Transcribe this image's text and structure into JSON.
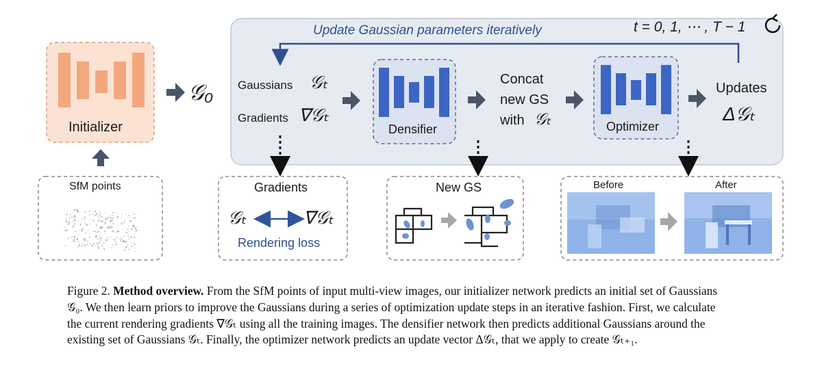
{
  "loop": {
    "label": "Update Gaussian parameters iteratively",
    "iteration": "t = 0, 1, ⋯ , T − 1",
    "refresh_icon": "refresh-icon"
  },
  "initializer": {
    "label": "Initializer",
    "output": "𝒢₀"
  },
  "inputs": {
    "gaussians_label": "Gaussians",
    "gaussians_sym": "𝒢ₜ",
    "gradients_label": "Gradients",
    "gradients_sym": "∇𝒢ₜ"
  },
  "densifier": {
    "label": "Densifier"
  },
  "concat": {
    "line1": "Concat",
    "line2": "new GS",
    "line3": "with",
    "sym": "𝒢ₜ"
  },
  "optimizer": {
    "label": "Optimizer"
  },
  "updates": {
    "label": "Updates",
    "sym": "Δ𝒢ₜ"
  },
  "sfm": {
    "label": "SfM points"
  },
  "gradients_panel": {
    "title": "Gradients",
    "left_sym": "𝒢ₜ",
    "right_sym": "∇𝒢ₜ",
    "loss": "Rendering loss"
  },
  "newgs_panel": {
    "title": "New GS"
  },
  "render_panel": {
    "before": "Before",
    "after": "After"
  },
  "colors": {
    "initializer_fill": "#fbe2d3",
    "initializer_bar": "#f3a77d",
    "net_fill": "#dbe2f0",
    "net_bar": "#3d66c4",
    "loop_fill": "#e6ebf2",
    "arrow": "#4a5568",
    "loss_text": "#2f4f8f",
    "loop_text": "#2f4f8f",
    "scene": "#8fb3e8"
  },
  "caption": {
    "prefix": "Figure 2.",
    "title": "Method overview.",
    "line1": "From the SfM points of input multi-view images, our initializer network predicts an initial set of Gaussians",
    "line2": "𝒢₀. We then learn priors to improve the Gaussians during a series of optimization update steps in an iterative fashion. First, we calculate",
    "line3": "the current rendering gradients ∇𝒢ₜ using all the training images. The densifier network then predicts additional Gaussians around the",
    "line4": "existing set of Gaussians 𝒢ₜ. Finally, the optimizer network predicts an update vector Δ𝒢ₜ, that we apply to create 𝒢ₜ₊₁."
  }
}
